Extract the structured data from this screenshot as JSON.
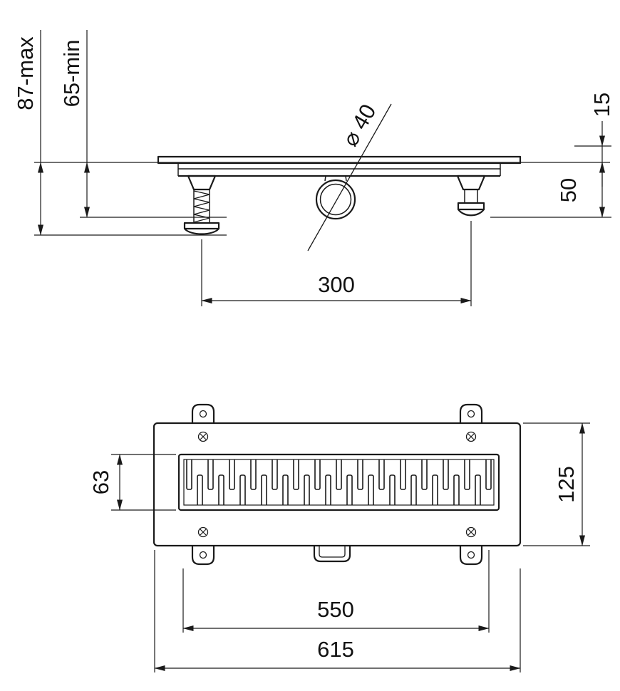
{
  "drawing": {
    "background": "#ffffff",
    "line_color": "#1a1a1a",
    "elevation": {
      "labels": {
        "height_max": "87-max",
        "height_min": "65-min",
        "top_offset": "15",
        "depth": "50",
        "outlet_spacing": "300",
        "outlet_diameter": "⌀ 40"
      }
    },
    "plan": {
      "labels": {
        "grate_width": "63",
        "body_width": "125",
        "grate_length": "550",
        "overall_length": "615"
      }
    }
  }
}
